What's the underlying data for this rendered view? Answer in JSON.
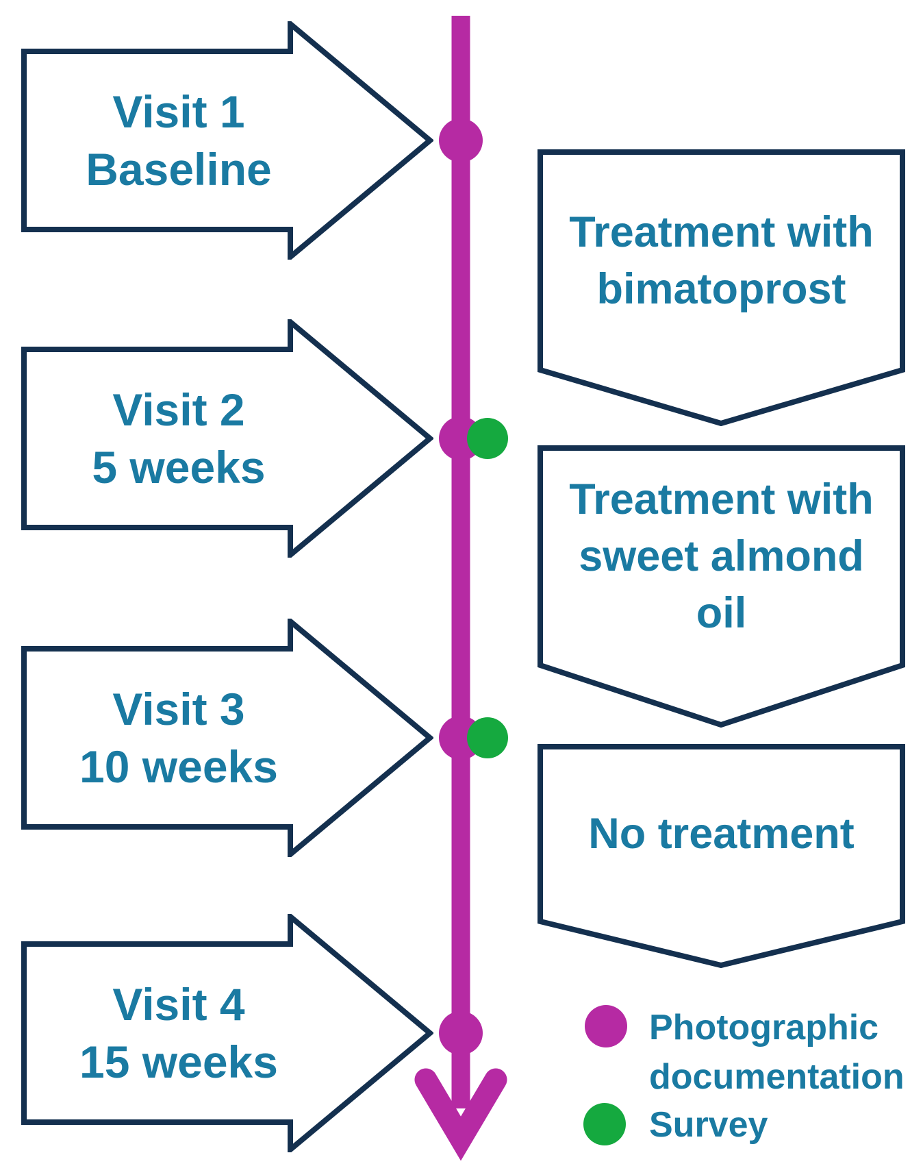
{
  "diagram": {
    "type": "study-timeline",
    "colors": {
      "timeline_magenta": "#b62aa3",
      "survey_green": "#15a93f",
      "outline_navy": "#14304f",
      "text_teal": "#1a7aa2",
      "background": "#ffffff"
    },
    "visits": [
      {
        "lines": [
          "Visit 1",
          "Baseline"
        ],
        "markers": [
          "photographic_documentation"
        ]
      },
      {
        "lines": [
          "Visit 2",
          "5 weeks"
        ],
        "markers": [
          "photographic_documentation",
          "survey"
        ]
      },
      {
        "lines": [
          "Visit 3",
          "10 weeks"
        ],
        "markers": [
          "photographic_documentation",
          "survey"
        ]
      },
      {
        "lines": [
          "Visit 4",
          "15 weeks"
        ],
        "markers": [
          "photographic_documentation"
        ]
      }
    ],
    "phases": [
      {
        "lines": [
          "Treatment with",
          "bimatoprost"
        ]
      },
      {
        "lines": [
          "Treatment with",
          "sweet almond",
          "oil"
        ]
      },
      {
        "lines": [
          "No treatment"
        ]
      }
    ],
    "legend": {
      "items": [
        {
          "swatch_color": "#b62aa3",
          "label": "Photographic documentation"
        },
        {
          "swatch_color": "#15a93f",
          "label": "Survey"
        }
      ]
    }
  }
}
